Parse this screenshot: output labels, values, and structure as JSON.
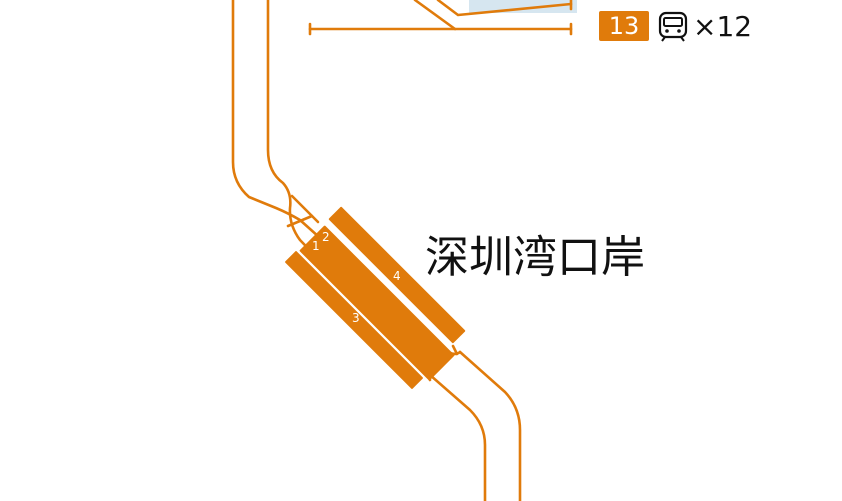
{
  "station": {
    "name": "深圳湾口岸"
  },
  "legend": {
    "line_number": "13",
    "train_icon": "train-front-icon",
    "car_count": "×12"
  },
  "platforms": [
    {
      "number": "1"
    },
    {
      "number": "2"
    },
    {
      "number": "3"
    },
    {
      "number": "4"
    }
  ],
  "colors": {
    "line": "#e07b0b",
    "highlight": "#d6e6f0"
  }
}
